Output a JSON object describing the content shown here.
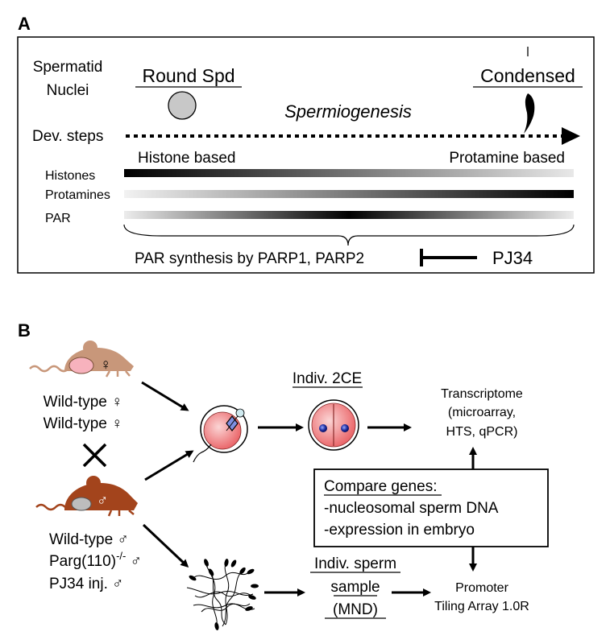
{
  "panel_a": {
    "letter": "A",
    "spermatid_nuclei": [
      "Spermatid",
      "Nuclei"
    ],
    "round_spd": "Round Spd",
    "condensed": "Condensed",
    "spermiogenesis": "Spermiogenesis",
    "dev_steps": "Dev. steps",
    "histone_based": "Histone based",
    "protamine_based": "Protamine based",
    "histones": "Histones",
    "protamines": "Protamines",
    "par": "PAR",
    "par_synthesis": "PAR synthesis by PARP1, PARP2",
    "pj34": "PJ34"
  },
  "panel_b": {
    "letter": "B",
    "female_sym": "♀",
    "male_sym": "♂",
    "wt_female_1": "Wild-type ♀",
    "wt_female_2": "Wild-type ♀",
    "wt_male": "Wild-type ♂",
    "parg_prefix": "Parg(110)",
    "parg_sup": "-/-",
    "parg_suffix": " ♂",
    "pj34_inj": "PJ34 inj. ♂",
    "indiv_2ce": "Indiv. 2CE",
    "transcriptome": [
      "Transcriptome",
      "(microarray,",
      "HTS, qPCR)"
    ],
    "compare_title": "Compare genes:",
    "compare_items": [
      "-nucleosomal sperm DNA",
      "-expression in embryo"
    ],
    "indiv_sperm": [
      "Indiv. sperm",
      "sample",
      "(MND)"
    ],
    "promoter": [
      "Promoter",
      "Tiling Array 1.0R"
    ]
  },
  "colors": {
    "mouse_female": "#c8977a",
    "mouse_male": "#a3441c",
    "belly_pink": "#f7b2bd",
    "embryo_red": "#e8585c",
    "nucleus_blue": "#1f2fa0",
    "round_spd_gray": "#c8c8c8"
  },
  "icons": [
    "female-mouse-icon",
    "male-mouse-icon",
    "cross-icon",
    "zygote-icon",
    "two-cell-embryo-icon",
    "sperm-bundle-icon",
    "inhibition-icon"
  ]
}
